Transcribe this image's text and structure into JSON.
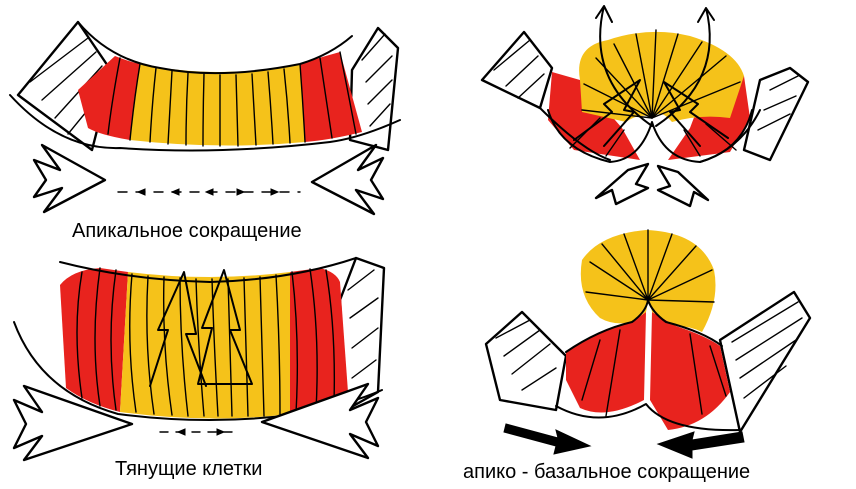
{
  "captions": {
    "apical": "Апикальное сокращение",
    "pulling": "Тянущие клетки",
    "apicobasal": "апико - базальное сокращение"
  },
  "colors": {
    "red": "#e8231e",
    "yellow": "#f5c21a",
    "outline": "#000000"
  }
}
